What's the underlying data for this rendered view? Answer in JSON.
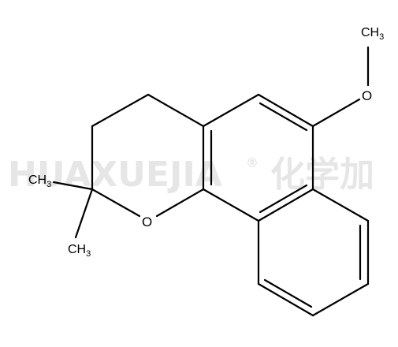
{
  "watermark": {
    "latin": "HUAXUEJIA",
    "registered": "®",
    "cjk": "化学加",
    "color": "#e6e6e6"
  },
  "molecule": {
    "atoms": {
      "methoxy_carbon": {
        "symbol": "CH",
        "subscript": "3"
      },
      "methoxy_oxygen": {
        "symbol": "O"
      },
      "ring_oxygen": {
        "symbol": "O"
      },
      "methyl_upper": {
        "symbol": "CH",
        "subscript": "3"
      },
      "methyl_lower": {
        "symbol": "CH",
        "subscript": "3"
      }
    },
    "bond_color": "#000000"
  }
}
